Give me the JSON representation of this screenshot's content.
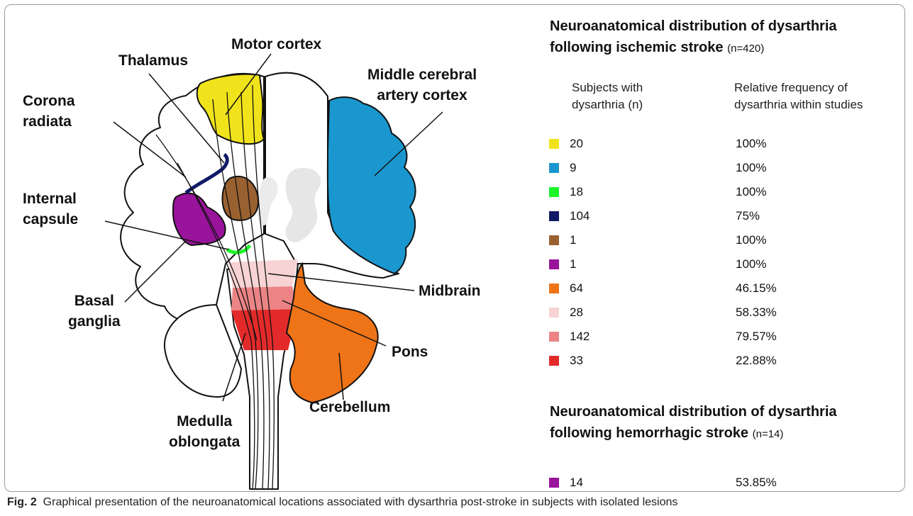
{
  "labels": {
    "motor_cortex": "Motor cortex",
    "thalamus": "Thalamus",
    "corona_radiata": [
      "Corona",
      "radiata"
    ],
    "middle_cerebral": [
      "Middle cerebral",
      "artery cortex"
    ],
    "internal_capsule": [
      "Internal",
      "capsule"
    ],
    "basal_ganglia": [
      "Basal",
      "ganglia"
    ],
    "midbrain": "Midbrain",
    "pons": "Pons",
    "medulla": [
      "Medulla",
      "oblongata"
    ],
    "cerebellum": "Cerebellum"
  },
  "ischemic": {
    "title_line1": "Neuroanatomical distribution of dysarthria",
    "title_line2": "following ischemic stroke",
    "n_label": "(n=420)",
    "col1": [
      "Subjects with",
      "dysarthria (n)"
    ],
    "col2": [
      "Relative frequency of",
      "dysarthria within studies"
    ],
    "rows": [
      {
        "color": "#f1e31b",
        "count": "20",
        "freq": "100%"
      },
      {
        "color": "#1b97cf",
        "count": "9",
        "freq": "100%"
      },
      {
        "color": "#1df52a",
        "count": "18",
        "freq": "100%"
      },
      {
        "color": "#111a66",
        "count": "104",
        "freq": "75%"
      },
      {
        "color": "#9a6130",
        "count": "1",
        "freq": "100%"
      },
      {
        "color": "#9a139b",
        "count": "1",
        "freq": "100%"
      },
      {
        "color": "#ef7417",
        "count": "64",
        "freq": "46.15%"
      },
      {
        "color": "#f7d3d3",
        "count": "28",
        "freq": "58.33%"
      },
      {
        "color": "#ec8486",
        "count": "142",
        "freq": "79.57%"
      },
      {
        "color": "#e32a2a",
        "count": "33",
        "freq": "22.88%"
      }
    ]
  },
  "hemorrhagic": {
    "title_line1": "Neuroanatomical distribution of dysarthria",
    "title_line2": "following hemorrhagic stroke",
    "n_label": "(n=14)",
    "rows": [
      {
        "color": "#9a139b",
        "count": "14",
        "freq": "53.85%"
      }
    ]
  },
  "caption": {
    "label": "Fig. 2",
    "text": "Graphical presentation of the neuroanatomical locations associated with dysarthria post-stroke in subjects with isolated lesions"
  }
}
